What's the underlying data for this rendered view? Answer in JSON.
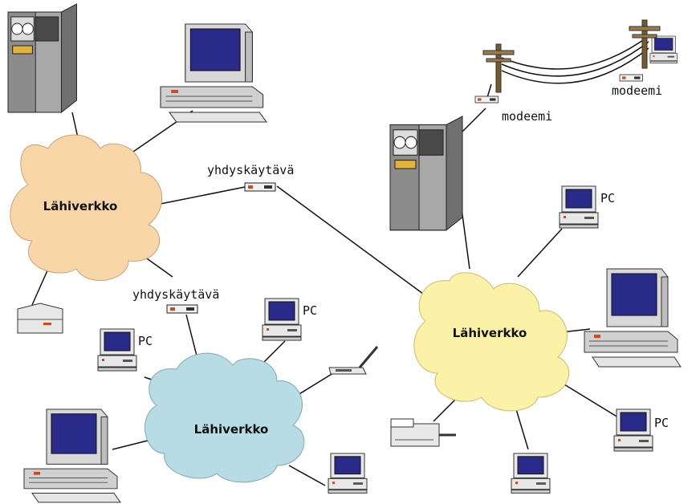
{
  "clouds": {
    "left": {
      "label": "Lähiverkko",
      "color": "#f9d6a8"
    },
    "bottom": {
      "label": "Lähiverkko",
      "color": "#b7dce3"
    },
    "right": {
      "label": "Lähiverkko",
      "color": "#fbf2a7"
    }
  },
  "gateways": {
    "top": {
      "label": "yhdyskäytävä"
    },
    "middle": {
      "label": "yhdyskäytävä"
    }
  },
  "modems": {
    "near": {
      "label": "modeemi"
    },
    "far": {
      "label": "modeemi"
    }
  },
  "pc_labels": {
    "bottom_left": "PC",
    "bottom_mid": "PC",
    "right_top": "PC",
    "right_bottom": "PC"
  },
  "colors": {
    "screen": "#2a2a8a",
    "case": "#e8e8e8",
    "server_dark": "#5a5a5a",
    "server_light": "#9a9a9a"
  }
}
